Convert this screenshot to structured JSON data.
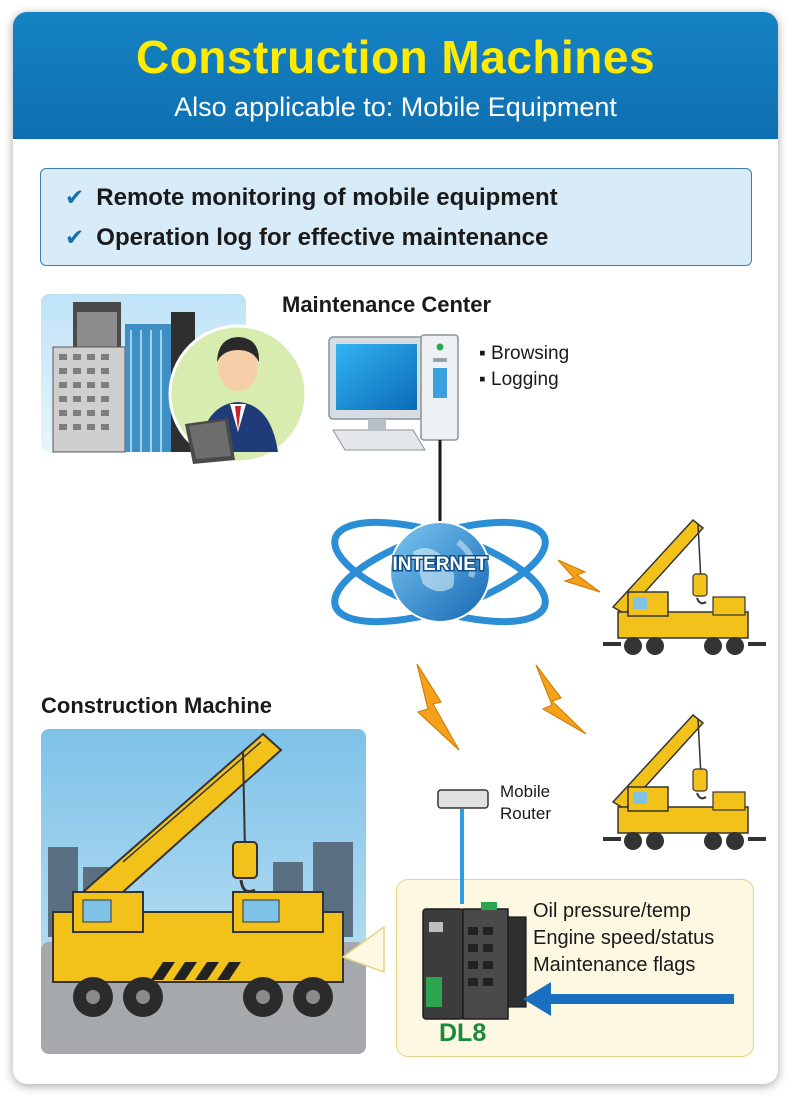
{
  "header": {
    "title": "Construction Machines",
    "subtitle": "Also applicable to: Mobile Equipment"
  },
  "benefits": [
    "Remote monitoring of mobile equipment",
    "Operation log for effective maintenance"
  ],
  "maintenance_center": {
    "label": "Maintenance Center",
    "functions": [
      "Browsing",
      "Logging"
    ]
  },
  "internet": {
    "label": "INTERNET"
  },
  "construction_machine": {
    "label": "Construction Machine"
  },
  "router": {
    "label_line1": "Mobile",
    "label_line2": "Router"
  },
  "device": {
    "name": "DL8",
    "signals": [
      "Oil pressure/temp",
      "Engine speed/status",
      "Maintenance flags"
    ]
  },
  "icons": [
    "check-icon",
    "building-icon",
    "operator-icon",
    "pc-icon",
    "globe-icon",
    "lightning-icon",
    "crane-icon",
    "router-icon",
    "dl8-device-icon",
    "arrow-left-icon"
  ],
  "colors": {
    "header_bg": "#1583c4",
    "title": "#ffea00",
    "benefit_bg": "#d7ebf8",
    "check": "#1c6fb3",
    "dl8_label": "#1a8a3a",
    "arrow": "#1a6fc0",
    "lightning": "#f5a21b",
    "crane_yellow": "#f2c21a"
  }
}
